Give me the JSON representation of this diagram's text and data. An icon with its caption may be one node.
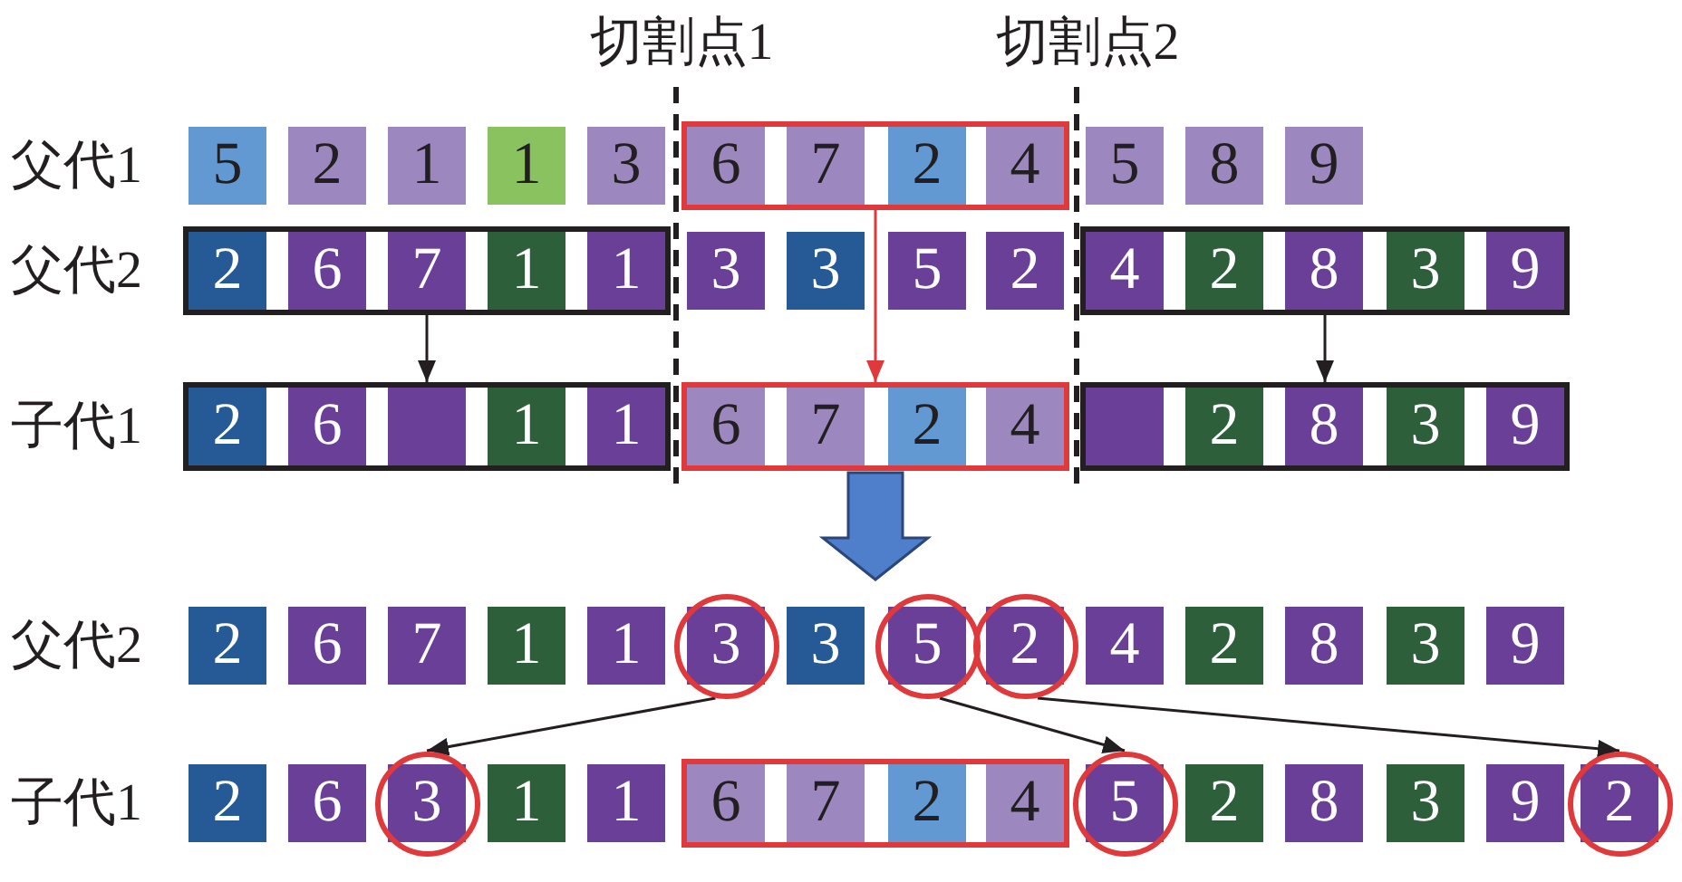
{
  "diagram": {
    "nodes": [
      {
        "text": [
          "5"
        ]
      },
      {
        "text": [
          "2"
        ]
      },
      {
        "text": [
          "1"
        ]
      },
      {
        "text": [
          "1"
        ]
      },
      {
        "text": [
          "3"
        ]
      },
      {
        "text": [],
        "shape": "box"
      },
      {
        "text": [
          "6"
        ],
        "in": 5
      },
      {
        "text": [
          "7"
        ],
        "in": 5
      },
      {
        "text": [
          "2"
        ],
        "in": 5
      },
      {
        "text": [
          "4"
        ],
        "in": 5
      },
      {
        "text": [
          "5"
        ]
      },
      {
        "text": [
          "8"
        ]
      },
      {
        "text": [
          "9"
        ]
      },
      {
        "text": [],
        "shape": "box"
      },
      {
        "text": [
          "2"
        ],
        "in": 13
      },
      {
        "text": [
          "6"
        ],
        "in": 13
      },
      {
        "text": [
          "7"
        ],
        "in": 13
      },
      {
        "text": [
          "1"
        ],
        "in": 13
      },
      {
        "text": [
          "1"
        ],
        "in": 13
      },
      {
        "text": [
          "3"
        ]
      },
      {
        "text": [
          "3"
        ]
      },
      {
        "text": [
          "5"
        ]
      },
      {
        "text": [
          "2"
        ]
      },
      {
        "text": [],
        "shape": "box"
      },
      {
        "text": [
          "4"
        ],
        "in": 23
      },
      {
        "text": [
          "2"
        ],
        "in": 23
      },
      {
        "text": [
          "8"
        ],
        "in": 23
      },
      {
        "text": [
          "3"
        ],
        "in": 23
      },
      {
        "text": [
          "9"
        ],
        "in": 23
      },
      {
        "text": [],
        "shape": "box"
      },
      {
        "text": [
          "2"
        ],
        "in": 29
      },
      {
        "text": [
          "6"
        ],
        "in": 29
      },
      {
        "text": [],
        "shape": "box",
        "in": 29
      },
      {
        "text": [
          "1"
        ],
        "in": 29
      },
      {
        "text": [
          "1"
        ],
        "in": 29
      },
      {
        "text": [],
        "shape": "box"
      },
      {
        "text": [
          "6"
        ],
        "in": 35
      },
      {
        "text": [
          "7"
        ],
        "in": 35
      },
      {
        "text": [
          "2"
        ],
        "in": 35
      },
      {
        "text": [
          "4"
        ],
        "in": 35
      },
      {
        "text": [],
        "shape": "box"
      },
      {
        "text": [],
        "shape": "box",
        "in": 40
      },
      {
        "text": [
          "2"
        ],
        "in": 40
      },
      {
        "text": [
          "8"
        ],
        "in": 40
      },
      {
        "text": [
          "3"
        ],
        "in": 40
      },
      {
        "text": [
          "9"
        ],
        "in": 40
      },
      {
        "text": [
          "2"
        ]
      },
      {
        "text": [
          "6"
        ]
      },
      {
        "text": [
          "7"
        ]
      },
      {
        "text": [
          "1"
        ]
      },
      {
        "text": [
          "1"
        ]
      },
      {
        "text": [
          "3"
        ]
      },
      {
        "text": [
          "3"
        ]
      },
      {
        "text": [
          "5"
        ]
      },
      {
        "text": [
          "2"
        ]
      },
      {
        "text": [
          "4"
        ]
      },
      {
        "text": [
          "2"
        ]
      },
      {
        "text": [
          "8"
        ]
      },
      {
        "text": [
          "3"
        ]
      },
      {
        "text": [
          "9"
        ]
      },
      {
        "text": [
          "2"
        ]
      },
      {
        "text": [
          "6"
        ]
      },
      {
        "text": [
          "3"
        ]
      },
      {
        "text": [
          "1"
        ]
      },
      {
        "text": [
          "1"
        ]
      },
      {
        "text": [],
        "shape": "box"
      },
      {
        "text": [
          "6"
        ],
        "in": 65
      },
      {
        "text": [
          "7"
        ],
        "in": 65
      },
      {
        "text": [
          "2"
        ],
        "in": 65
      },
      {
        "text": [
          "4"
        ],
        "in": 65
      },
      {
        "text": [
          "5"
        ]
      },
      {
        "text": [
          "2"
        ]
      },
      {
        "text": [
          "8"
        ]
      },
      {
        "text": [
          "3"
        ]
      },
      {
        "text": [
          "9"
        ]
      },
      {
        "text": [
          "2"
        ]
      }
    ],
    "edges": [
      {
        "from": 5,
        "to": 35,
        "arrow": "to",
        "color": "#e0393b"
      },
      {
        "from": 13,
        "to": 29,
        "arrow": "to"
      },
      {
        "from": 23,
        "to": 40,
        "arrow": "to"
      },
      {
        "from": 35,
        "to": null,
        "arrow": "to",
        "style": "thick",
        "color": "#4f7fcb"
      },
      {
        "from": 51,
        "to": 62,
        "arrow": "to"
      },
      {
        "from": 53,
        "to": 70,
        "arrow": "to"
      },
      {
        "from": 54,
        "to": 75,
        "arrow": "to"
      }
    ],
    "labels": [
      "切割点1",
      "切割点2",
      "父代1",
      "父代2",
      "子代1",
      "父代2",
      "子代1"
    ]
  }
}
